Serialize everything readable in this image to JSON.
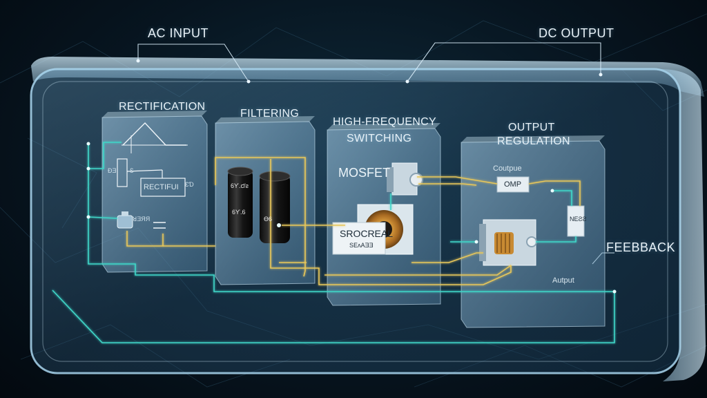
{
  "callouts": {
    "ac_input": "AC INPUT",
    "dc_output": "DC OUTPUT",
    "feedback": "FEEBBACK"
  },
  "modules": {
    "rectification": {
      "title": "RECTIFICATION",
      "component_label": "RECTIFUI",
      "small_labels": [
        "ÐƎ",
        "Ɛ",
        "ƐƊ",
        "ꓤƎЯЯ"
      ]
    },
    "filtering": {
      "title": "FILTERING",
      "capacitor_label_top": "6Ƴ.ƈ/ƨ",
      "capacitor_label_mid": "6Ƴ.6",
      "capacitor_label_bottom": "Ɵ6"
    },
    "switching": {
      "title_line1": "HIGH-FREQUENCY",
      "title_line2": "SWITCHING",
      "mosfet_label": "MOSFET",
      "transformer_label": "SROCREAL",
      "transformer_sublabel": "ЅEʌAƎƎ"
    },
    "regulation": {
      "title_line1": "OUTPUT",
      "title_line2": "REGULATION",
      "output_tag": "Coutpue",
      "amp_label": "OMP",
      "side_label": "NEƧƧ",
      "output_text": "Autput"
    }
  },
  "colors": {
    "enclosure_edge": "#9fd2ee",
    "panel_fill": "#8ab8d6",
    "trace_yellow": "#e8c75a",
    "trace_cyan": "#3fd6c8",
    "text": "#e8f2f8"
  }
}
